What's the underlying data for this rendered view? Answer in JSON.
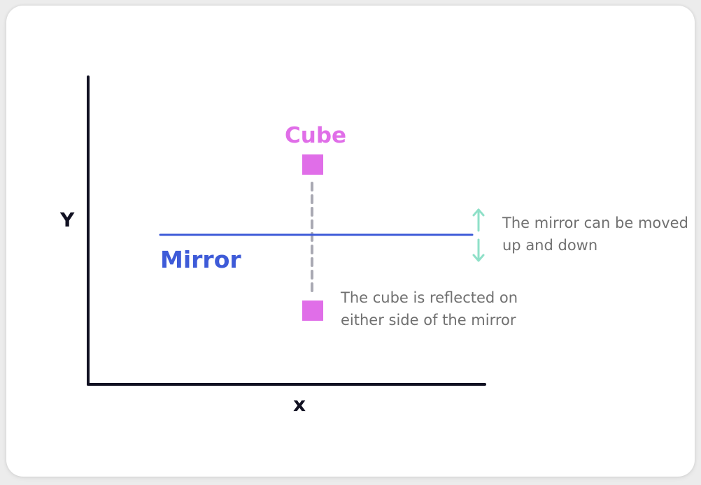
{
  "diagram": {
    "cube_label": "Cube",
    "mirror_label": "Mirror",
    "x_axis_label": "x",
    "y_axis_label": "Y",
    "mirror_note": "The mirror can be moved up and down",
    "cube_note": "The cube is reflected on either side of the mirror"
  },
  "colors": {
    "cube": "#e06ee8",
    "mirror": "#3e5bd8",
    "axis": "#111122",
    "dashed_line": "#a9a9b3",
    "arrow": "#8fe0c8",
    "note_text": "#707070"
  },
  "icons": {
    "up_arrow": "arrow-up-icon",
    "down_arrow": "arrow-down-icon"
  }
}
